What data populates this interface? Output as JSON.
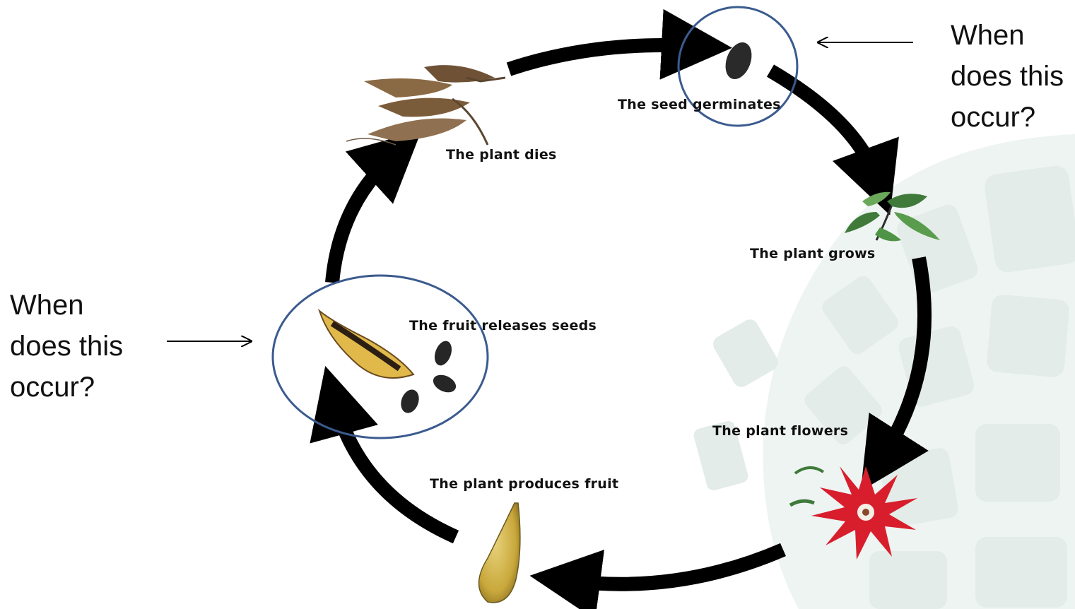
{
  "stages": {
    "seed_germinates": "The seed germinates",
    "plant_grows": "The plant grows",
    "plant_flowers": "The plant flowers",
    "plant_produces_fruit": "The plant produces fruit",
    "fruit_releases_seeds": "The fruit releases seeds",
    "plant_dies": "The plant dies"
  },
  "questions": {
    "right": [
      "When",
      "does this",
      "occur?"
    ],
    "left": [
      "When",
      "does this",
      "occur?"
    ]
  },
  "colors": {
    "arrow": "#000000",
    "highlight_circle": "#3b5b8f",
    "watermark": "#e3ece9",
    "leaf_dead": "#8a6a45",
    "leaf_green": "#3f7a3a",
    "flower": "#d81e2c",
    "fruit": "#d4b54a",
    "seed": "#2a2a2a"
  }
}
